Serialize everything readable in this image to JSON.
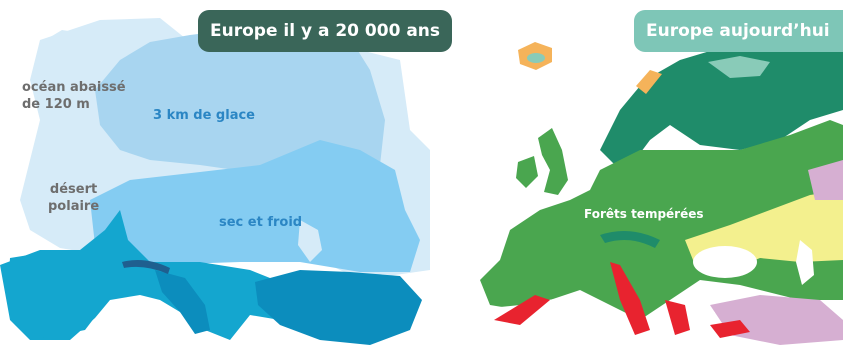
{
  "past_map": {
    "title": "Europe il y a 20 000 ans",
    "labels": {
      "ocean_line1": "océan abaissé",
      "ocean_line2": "de 120 m",
      "ice": "3 km de glace",
      "desert_line1": "désert",
      "desert_line2": "polaire",
      "dry": "sec et froid"
    },
    "colors": {
      "shelf": "#d6ebf8",
      "ice_sheet": "#a8d5f0",
      "steppe": "#84ccf2",
      "south_land": "#14a6cf",
      "deep_south": "#0c8dbd",
      "dark_water": "#1f5f8f",
      "label_blue": "#2b86c4"
    }
  },
  "present_map": {
    "title": "Europe aujourd’hui",
    "labels": {
      "forests": "Forêts tempérées"
    },
    "colors": {
      "temperate_forest": "#4aa64f",
      "boreal_forest": "#1f8c6a",
      "mediterranean": "#e8232f",
      "steppe": "#f3f08e",
      "desert_highland": "#d6afd2",
      "tundra": "#89cbb8",
      "orange": "#f5b35a"
    }
  }
}
